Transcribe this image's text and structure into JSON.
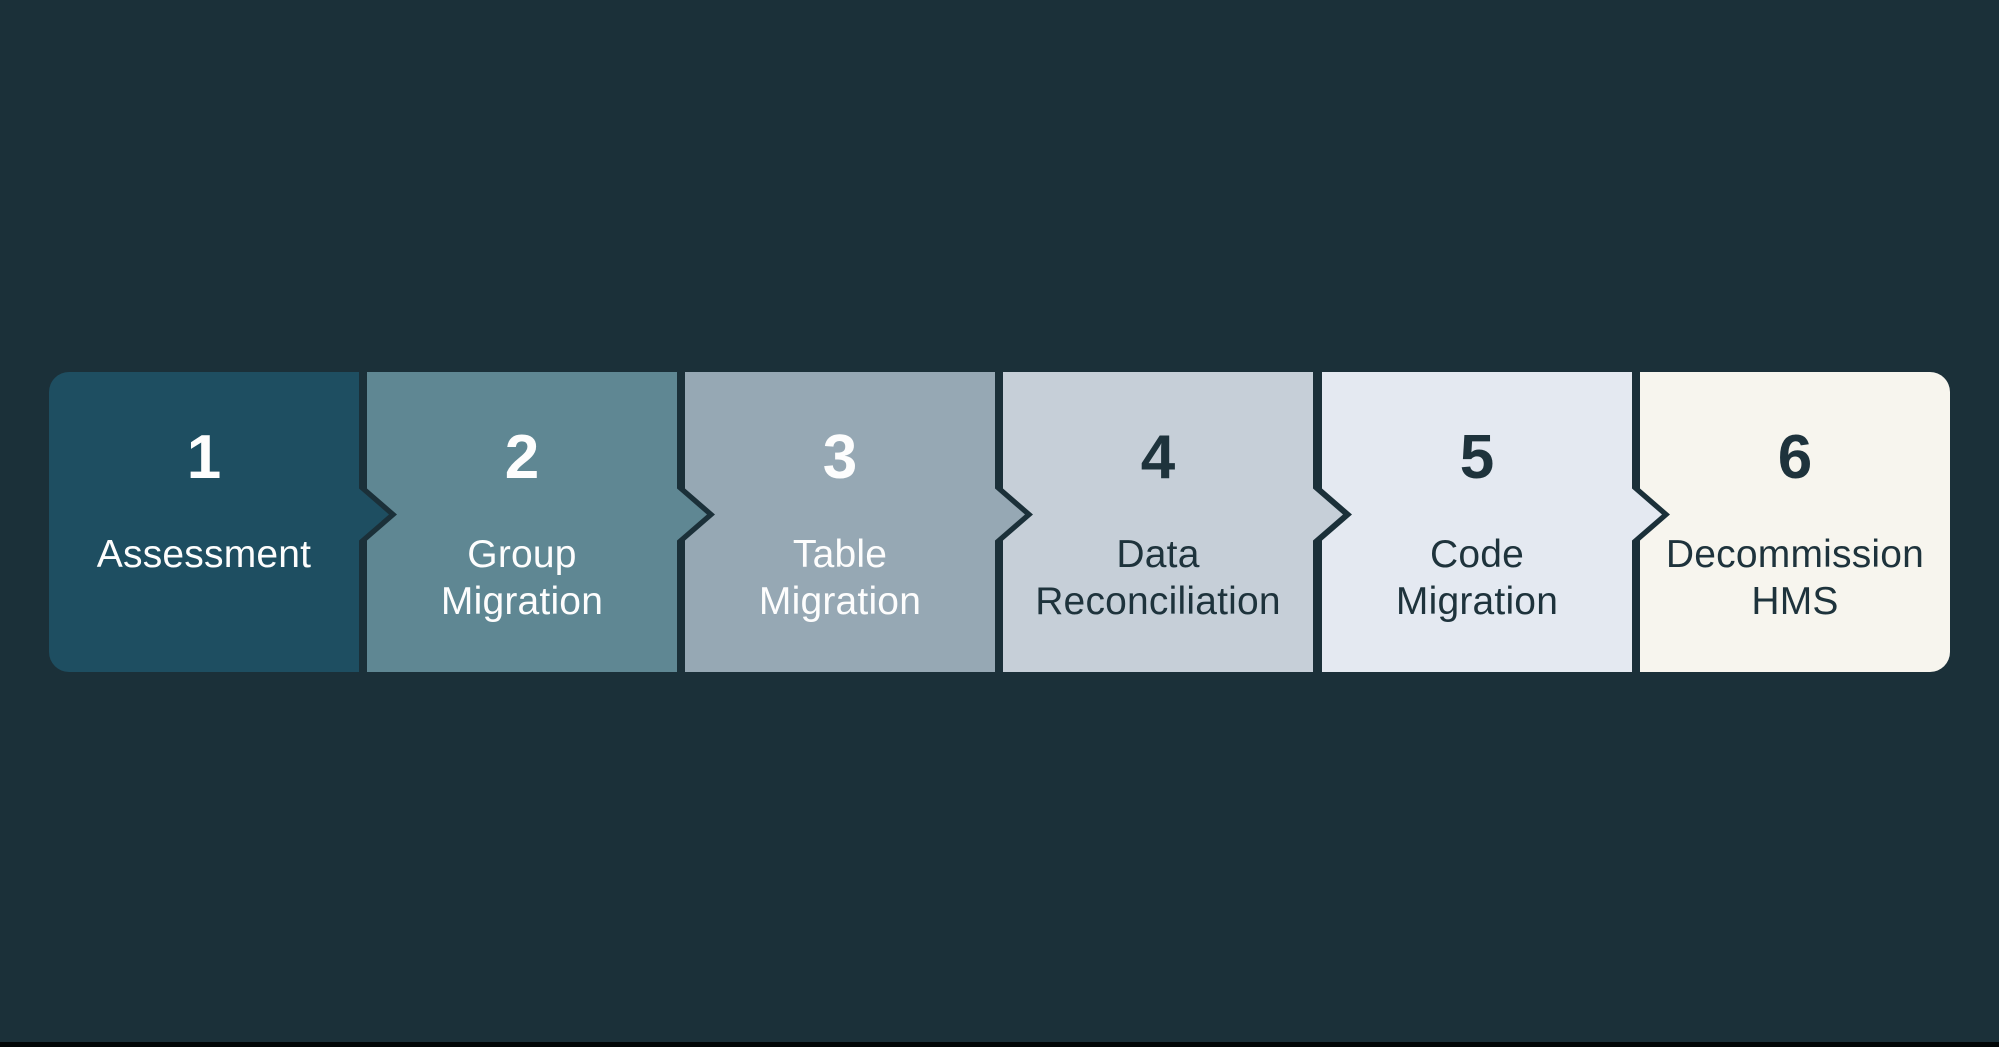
{
  "background_color": "#1b3039",
  "seam_color": "#1b3039",
  "bottom_edge_color": "#020607",
  "diagram": {
    "title": "migration-process-flow",
    "steps": [
      {
        "number": "1",
        "label": "Assessment",
        "color": "#1e4e61",
        "text_color": "#fdfdfd"
      },
      {
        "number": "2",
        "label": "Group\nMigration",
        "color": "#5f8793",
        "text_color": "#fdfdfd"
      },
      {
        "number": "3",
        "label": "Table\nMigration",
        "color": "#96a8b4",
        "text_color": "#fdfdfd"
      },
      {
        "number": "4",
        "label": "Data\nReconciliation",
        "color": "#c6cfd8",
        "text_color": "#1e333c"
      },
      {
        "number": "5",
        "label": "Code\nMigration",
        "color": "#e4e9f1",
        "text_color": "#1e333c"
      },
      {
        "number": "6",
        "label": "Decommission\nHMS",
        "color": "#f7f5ee",
        "text_color": "#1e333c"
      }
    ]
  }
}
